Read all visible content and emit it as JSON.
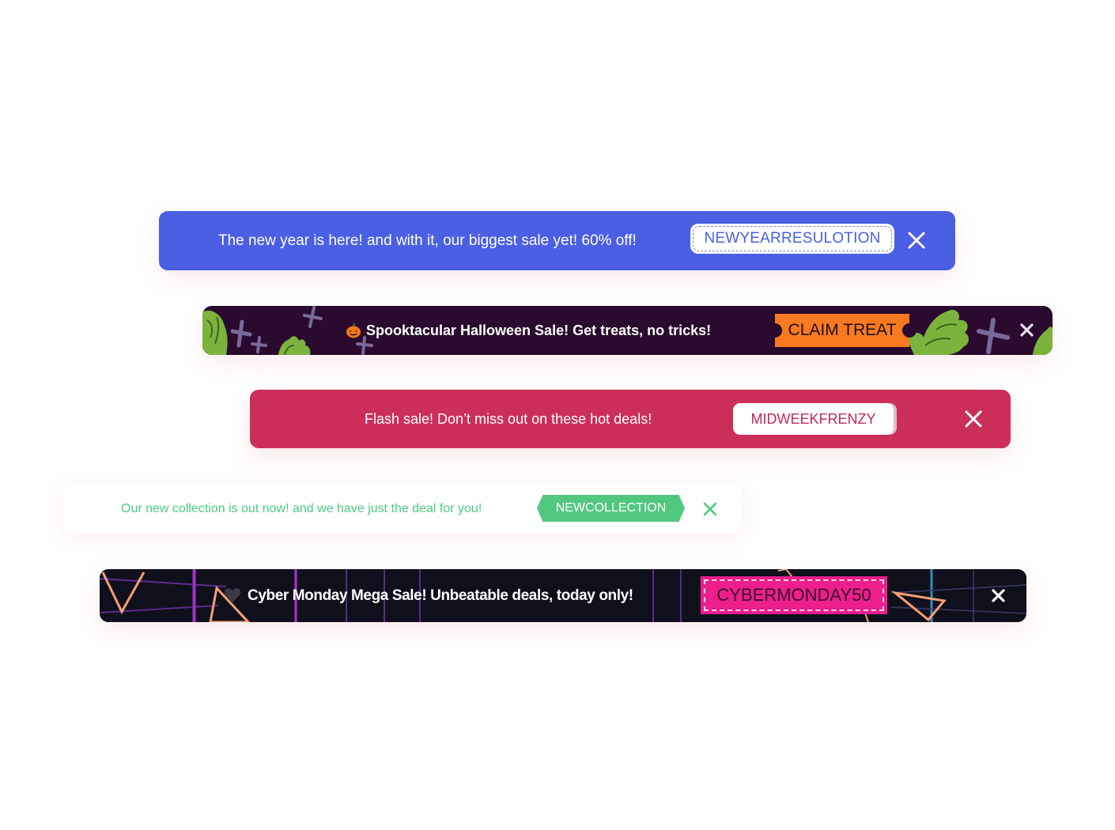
{
  "banners": {
    "new_year": {
      "message": "The new year is here! and with it, our biggest sale yet! 60% off!",
      "code": "NEWYEARRESULOTION",
      "background": "#4a5fe3"
    },
    "halloween": {
      "message": "Spooktacular Halloween Sale! Get treats, no tricks!",
      "cta": "CLAIM TREAT",
      "icon": "pumpkin-icon",
      "background": "#2a0a2e",
      "accent": "#fb7a1f"
    },
    "flash_sale": {
      "message": "Flash sale! Don’t miss out on these hot deals!",
      "code": "MIDWEEKFRENZY",
      "background": "#cc2e5a"
    },
    "new_collection": {
      "message": "Our new collection is out now! and we have just the deal for you!",
      "code": "NEWCOLLECTION",
      "accent": "#52c87f"
    },
    "cyber_monday": {
      "message": "Cyber Monday Mega Sale! Unbeatable deals, today only!",
      "code": "CYBERMONDAY50",
      "icon": "heart-icon",
      "background": "#10101c",
      "accent": "#ec1f8c"
    }
  }
}
